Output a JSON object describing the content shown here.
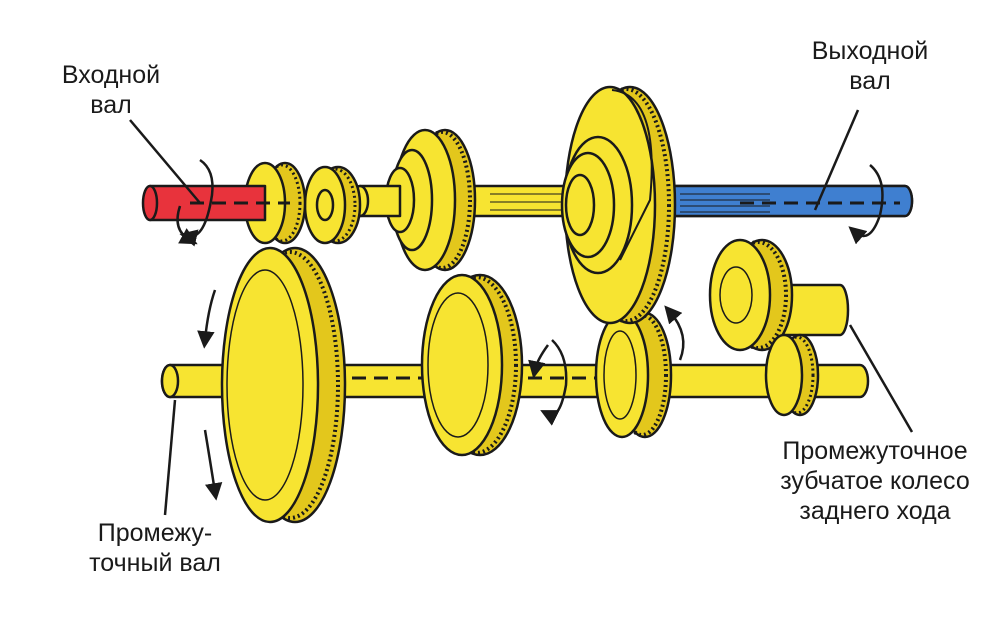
{
  "labels": {
    "input_shaft": [
      "Входной",
      "вал"
    ],
    "output_shaft": [
      "Выходной",
      "вал"
    ],
    "countershaft": [
      "Промежу-",
      "точный вал"
    ],
    "reverse_idler": [
      "Промежуточное",
      "зубчатое колесо",
      "заднего хода"
    ]
  },
  "colors": {
    "gear_yellow": "#f7e431",
    "gear_shade": "#e3c71c",
    "outline": "#1a1a1a",
    "input_shaft_red": "#e8333c",
    "output_shaft_blue": "#3f7fd0"
  }
}
